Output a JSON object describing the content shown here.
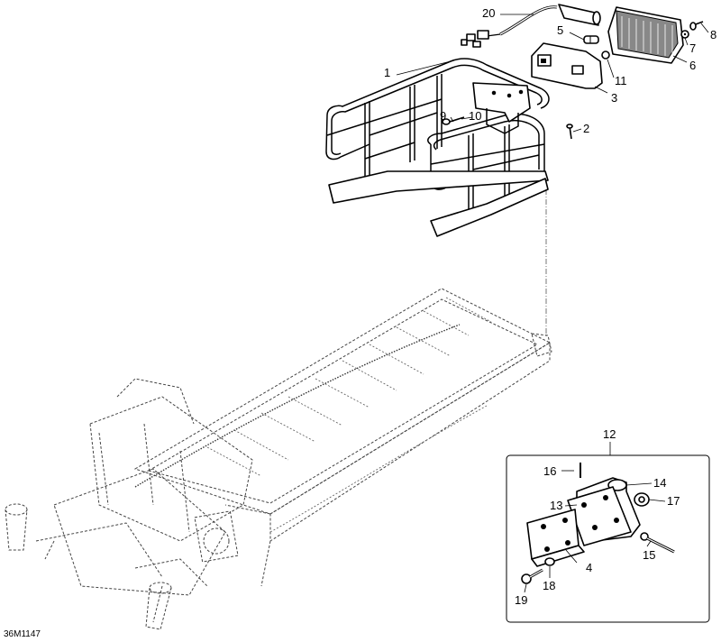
{
  "diagram": {
    "reference": "36M1147",
    "callouts": {
      "c1": "1",
      "c2": "2",
      "c3": "3",
      "c4": "4",
      "c5": "5",
      "c6": "6",
      "c7": "7",
      "c8": "8",
      "c9": "9",
      "c10": "10",
      "c11": "11",
      "c12": "12",
      "c13": "13",
      "c14": "14",
      "c15": "15",
      "c16": "16",
      "c17": "17",
      "c18": "18",
      "c19": "19",
      "c20": "20"
    }
  }
}
